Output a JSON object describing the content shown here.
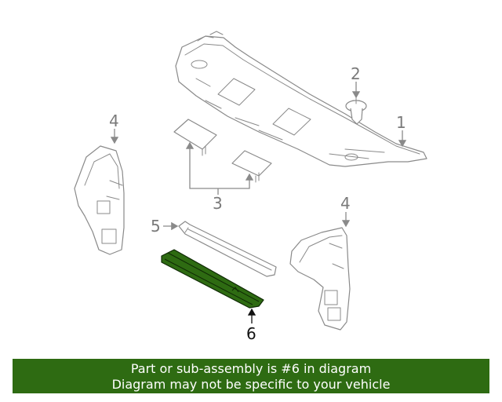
{
  "callouts": [
    {
      "id": "1",
      "text": "1"
    },
    {
      "id": "2",
      "text": "2"
    },
    {
      "id": "3",
      "text": "3"
    },
    {
      "id": "4a",
      "text": "4"
    },
    {
      "id": "4b",
      "text": "4"
    },
    {
      "id": "5",
      "text": "5"
    },
    {
      "id": "6",
      "text": "6"
    }
  ],
  "highlight_part": "6",
  "colors": {
    "highlight_fill": "#2e6b12",
    "banner_bg": "#2e6b12",
    "banner_text": "#ffffff",
    "line": "#8a8a8a"
  },
  "banner": {
    "line1": "Part or sub-assembly is #6 in diagram",
    "line2": "Diagram may not be specific to your vehicle"
  }
}
